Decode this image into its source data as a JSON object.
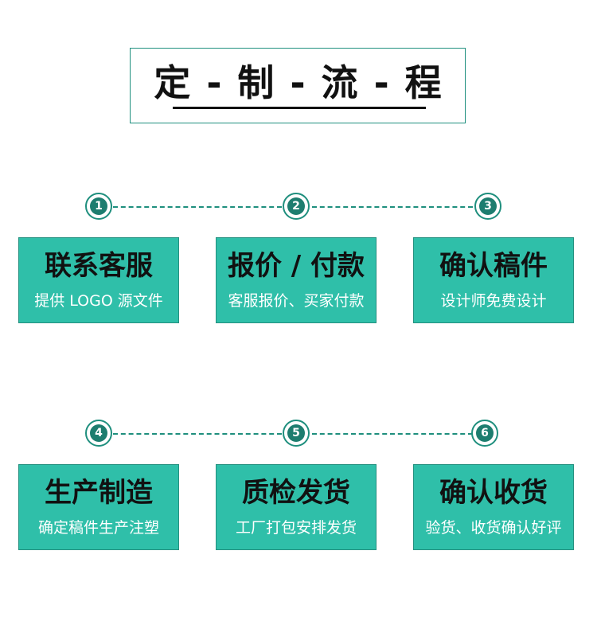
{
  "title": "定 - 制 - 流 - 程",
  "rows": [
    {
      "numbers": [
        "1",
        "2",
        "3"
      ],
      "cards": [
        {
          "title": "联系客服",
          "subtitle": "提供 LOGO 源文件"
        },
        {
          "title": "报价 / 付款",
          "subtitle": "客服报价、买家付款"
        },
        {
          "title": "确认稿件",
          "subtitle": "设计师免费设计"
        }
      ]
    },
    {
      "numbers": [
        "4",
        "5",
        "6"
      ],
      "cards": [
        {
          "title": "生产制造",
          "subtitle": "确定稿件生产注塑"
        },
        {
          "title": "质检发货",
          "subtitle": "工厂打包安排发货"
        },
        {
          "title": "确认收货",
          "subtitle": "验货、收货确认好评"
        }
      ]
    }
  ],
  "colors": {
    "accent": "#2fbfa9",
    "dark_accent": "#1d7d6f",
    "border": "#1f8f7e"
  }
}
